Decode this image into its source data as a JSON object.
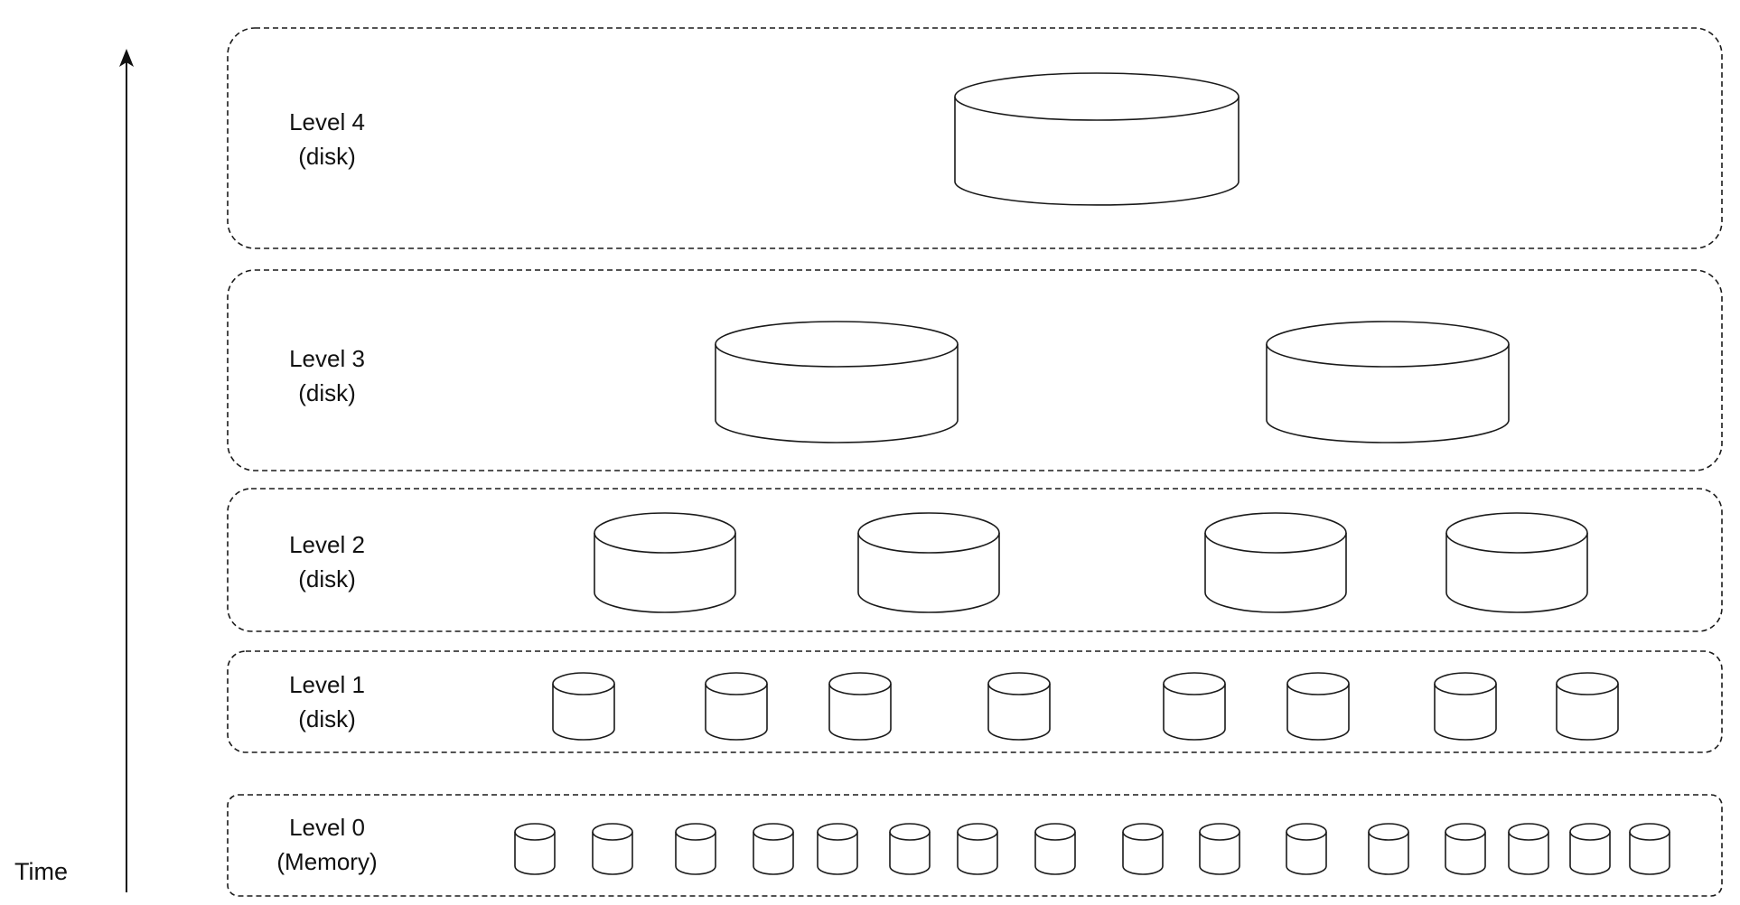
{
  "axis": {
    "label": "Time"
  },
  "colors": {
    "memory_fill": "#f07068",
    "disk_fill": "#ffffff",
    "stroke": "#1a1a1a"
  },
  "levels": [
    {
      "id": "level-4",
      "name": "Level 4",
      "medium": "(disk)",
      "sstable_count": 1
    },
    {
      "id": "level-3",
      "name": "Level 3",
      "medium": "(disk)",
      "sstable_count": 2
    },
    {
      "id": "level-2",
      "name": "Level 2",
      "medium": "(disk)",
      "sstable_count": 4
    },
    {
      "id": "level-1",
      "name": "Level 1",
      "medium": "(disk)",
      "sstable_count": 8
    },
    {
      "id": "level-0",
      "name": "Level 0",
      "medium": "(Memory)",
      "sstable_count": 16
    }
  ],
  "icons": {
    "storage": "cylinder-icon",
    "axis": "arrow-up-icon"
  }
}
